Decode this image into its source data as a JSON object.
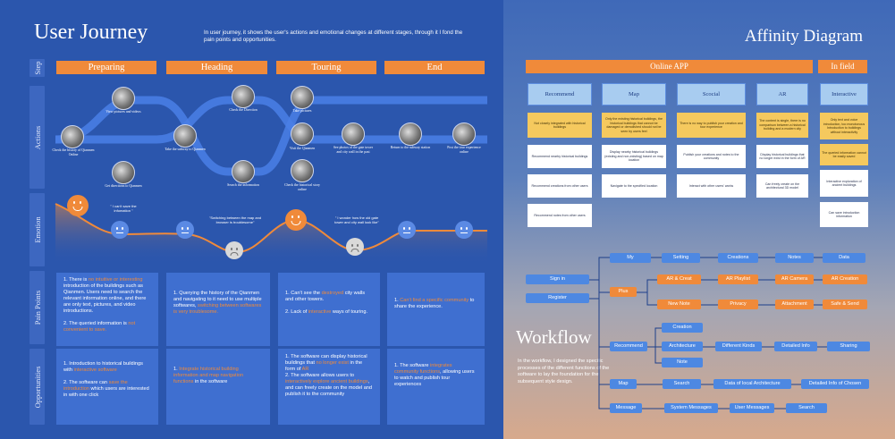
{
  "user_journey": {
    "title": "User Journey",
    "intro": "In user journey, it shows the user's actions and emotional changes at different stages, through it I fond the pain points and opportunities.",
    "row_labels": [
      "Step",
      "Actions",
      "Emotion",
      "Pain Points",
      "Opportunities"
    ],
    "stages": [
      "Preparing",
      "Heading",
      "Touring",
      "End"
    ],
    "actions": [
      "Check the history of Qianmen Online",
      "View pictures and videos",
      "Get directions to Qianmen",
      "Take the subway to Qianmen",
      "Check the Direction",
      "Search the information",
      "Take pictures",
      "Visit the Qianmen",
      "Check the historical story online",
      "See photos of the gate tower and city wall in the past",
      "Return to the subway station",
      "Post the tour experience online"
    ],
    "quotes": [
      "\" I can't save the infomation \"",
      "\"Switching between the map and browser is troublesome\"",
      "\" I wonder how the old gate tower and city wall look like\""
    ],
    "pain_points": [
      {
        "a": "1. There is ",
        "h": "no intuitive or interesting",
        "b": " introduction of the buildings such as Qianmen. Users need to search the relevant information online, and there are only text, pictures, and video introductions.",
        "c": "2. The queried information is ",
        "h2": "not convenient to save."
      },
      {
        "a": "1. Querying the history of the Qianmen and navigating to it need to use multiple softwares, ",
        "h": "switching between softwares is very troublesome."
      },
      {
        "a": "1. Can't see the ",
        "h": "destroyed",
        "b": " city walls and other towers.",
        "c": "2. Lack of ",
        "h2": "interactive",
        "d": " ways of touring."
      },
      {
        "a": "1. ",
        "h": "Can't find a specific community",
        "b": " to share the experience."
      }
    ],
    "opportunities": [
      {
        "a": "1. Introduction to historical buildings with ",
        "h": "interactive software",
        "c": "2. The software can ",
        "h2": "save the introduction",
        "d": " which users are interested in with one click"
      },
      {
        "a": "1. ",
        "h": "Integrate historical building information and map navigation functions",
        "b": " in the software"
      },
      {
        "a": "1. The software can display historical buildings that ",
        "h": "no longer exist",
        "b": " in the form of ",
        "h3": "AR",
        "c": "2. The software allows users to ",
        "h2": "interactively explore ancient buildings",
        "d": ", and can freely create on the model and publish it to the community"
      },
      {
        "a": "1. The software ",
        "h": "integrates community functions",
        "b": ", allowing users to watch and publish tour experiences"
      }
    ]
  },
  "affinity": {
    "title": "Affinity Diagram",
    "groups": [
      "Online APP",
      "In field"
    ],
    "columns": [
      "Recommend",
      "Map",
      "Scocial",
      "AR",
      "Interactive"
    ],
    "yellow_notes": [
      "Not closely integrated with historical buildings",
      "Only the existing historical buildings, the historical buildings that cannot be damaged or demolished should not be seen by users feel",
      "There is no way to publish your creation and tour experience",
      "The content is single, there is no comparison between a historical building and a modern city",
      "Only text and voice introduction, too monotonous Introduction to buildings without interactivity",
      "The queried information cannot be easily saved"
    ],
    "white_notes": [
      "Recommend nearby historical buildings",
      "Display nearby historical buildings (existing and non-existing) based on map location",
      "Publish your creations and notes to the community",
      "Display historical buildings that no longer exist in the form of AR",
      "Interactive exploration of ancient buildings",
      "Recommend creations from other users",
      "Navigate to the specified location",
      "Interact with other users' works",
      "Can freely create on the architectural 3D model",
      "Can save introduction information",
      "Recommend notes from other users"
    ]
  },
  "workflow": {
    "title": "Workflow",
    "desc": "In the workflow, I designed the specific processes of the different functions of the software to lay the foundation for the subsequent style design.",
    "nodes": {
      "sign_in": "Sign in",
      "register": "Register",
      "my": "My",
      "plus": "Plus",
      "recommend": "Recommend",
      "map": "Map",
      "message": "Message",
      "setting": "Setting",
      "creations": "Creations",
      "notes": "Notes",
      "data": "Data",
      "ar_creat": "AR & Creat",
      "ar_playlist": "AR Playlist",
      "ar_camera": "AR Camera",
      "ar_creation": "AR Creation",
      "new_note": "New Note",
      "privacy": "Privacy",
      "attachment": "Attachment",
      "safe_send": "Safe & Send",
      "creation": "Creation",
      "architecture": "Architecture",
      "note": "Note",
      "different_kinds": "Different Kinds",
      "detailed_info": "Detailed Info",
      "sharing": "Sharing",
      "search": "Search",
      "data_local": "Data of local Architecture",
      "detailed_chosen": "Detailed Info of Chosen",
      "system_messages": "System Messages",
      "user_messages": "User Messages",
      "search2": "Search"
    }
  },
  "colors": {
    "accent": "#f08a3a",
    "panel": "#2b56ad",
    "box": "#3f6fd0",
    "node_blue": "#4d88e2"
  }
}
